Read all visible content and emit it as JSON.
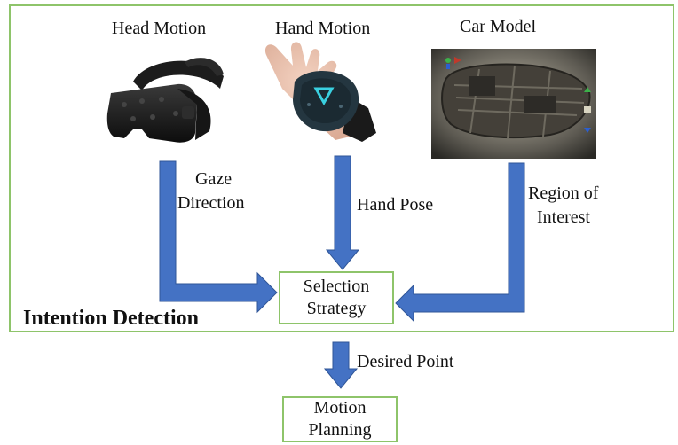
{
  "inputs": {
    "head": "Head Motion",
    "hand": "Hand Motion",
    "car": "Car Model"
  },
  "edges": {
    "gaze_line1": "Gaze",
    "gaze_line2": "Direction",
    "hand_pose": "Hand Pose",
    "roi_line1": "Region of",
    "roi_line2": "Interest",
    "desired_point": "Desired Point"
  },
  "nodes": {
    "selection_line1": "Selection",
    "selection_line2": "Strategy",
    "motion_line1": "Motion",
    "motion_line2": "Planning"
  },
  "group_label": "Intention Detection",
  "colors": {
    "arrow": "#4472c4",
    "border": "#8ec46a"
  },
  "icons": {
    "head": "vr-headset-icon",
    "hand": "hand-tracker-icon",
    "car": "car-chassis-model-icon"
  }
}
